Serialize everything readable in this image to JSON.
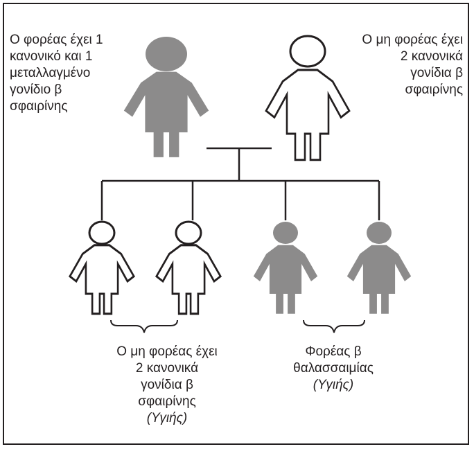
{
  "colors": {
    "carrier_fill": "#8c8b8b",
    "noncarrier_fill": "#ffffff",
    "line": "#231f20"
  },
  "labels": {
    "father": [
      "Ο φορέας έχει 1",
      "κανονικό και 1",
      "μεταλλαγμένο",
      "γονίδιο β",
      "σφαιρίνης"
    ],
    "mother": [
      "Ο μη φορέας έχει",
      "2 κανονικά",
      "γονίδια β",
      "σφαιρίνης"
    ],
    "noncarrier_children": {
      "lines": [
        "Ο μη φορέας έχει",
        "2 κανονικά",
        "γονίδια β",
        "σφαιρίνης"
      ],
      "status": "(Υγιής)"
    },
    "carrier_children": {
      "lines": [
        "Φορέας β",
        "θαλασσαιμίας"
      ],
      "status": "(Υγιής)"
    }
  },
  "people": [
    {
      "role": "father",
      "carrier": true
    },
    {
      "role": "mother",
      "carrier": false
    },
    {
      "role": "child-1",
      "carrier": false
    },
    {
      "role": "child-2",
      "carrier": false
    },
    {
      "role": "child-3",
      "carrier": true
    },
    {
      "role": "child-4",
      "carrier": true
    }
  ]
}
